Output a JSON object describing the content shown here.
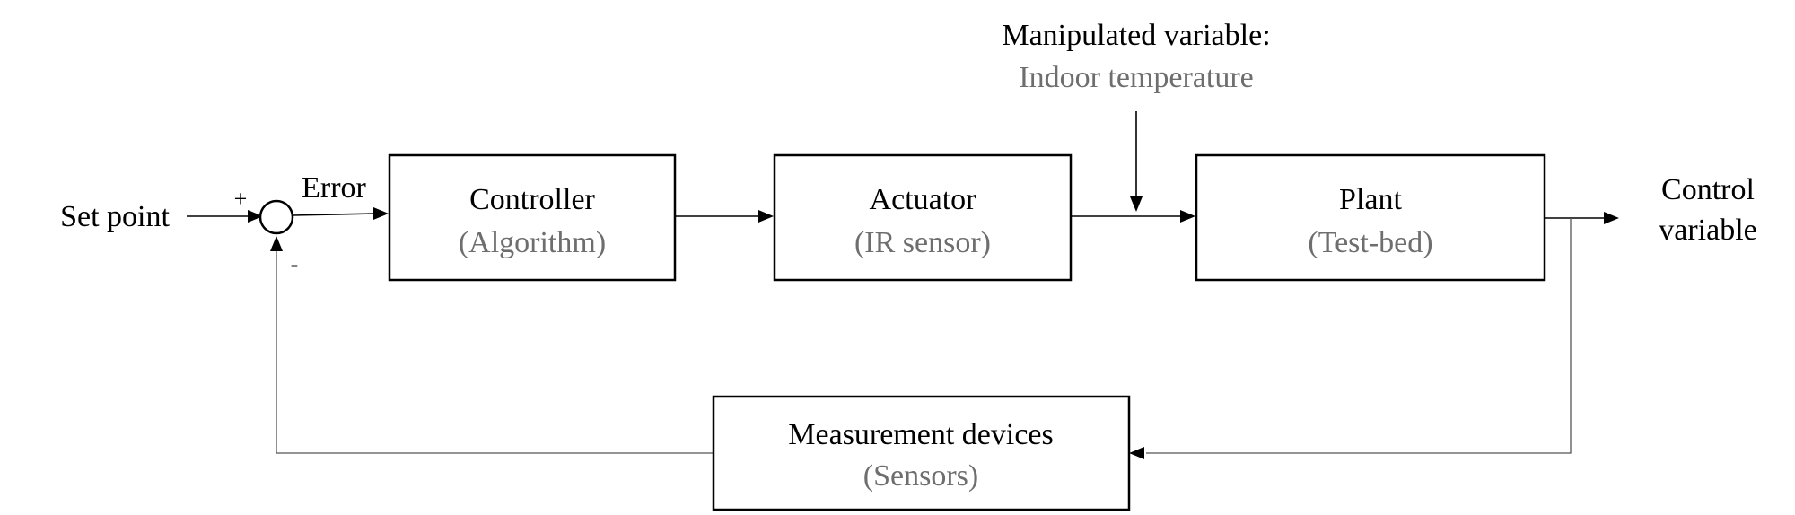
{
  "diagram": {
    "inputs": {
      "set_point": "Set point",
      "error": "Error",
      "plus_sign": "+",
      "minus_sign": "-"
    },
    "blocks": {
      "controller": {
        "title": "Controller",
        "subtitle": "(Algorithm)"
      },
      "actuator": {
        "title": "Actuator",
        "subtitle": "(IR sensor)"
      },
      "plant": {
        "title": "Plant",
        "subtitle": "(Test-bed)"
      },
      "measurement": {
        "title": "Measurement devices",
        "subtitle": "(Sensors)"
      }
    },
    "disturbance": {
      "title": "Manipulated variable:",
      "subtitle": "Indoor temperature"
    },
    "output": {
      "line1": "Control",
      "line2": "variable"
    },
    "colors": {
      "primary_text": "#000000",
      "secondary_text": "#6e6e6e",
      "line": "#000000",
      "feedback_line": "#555555"
    }
  }
}
